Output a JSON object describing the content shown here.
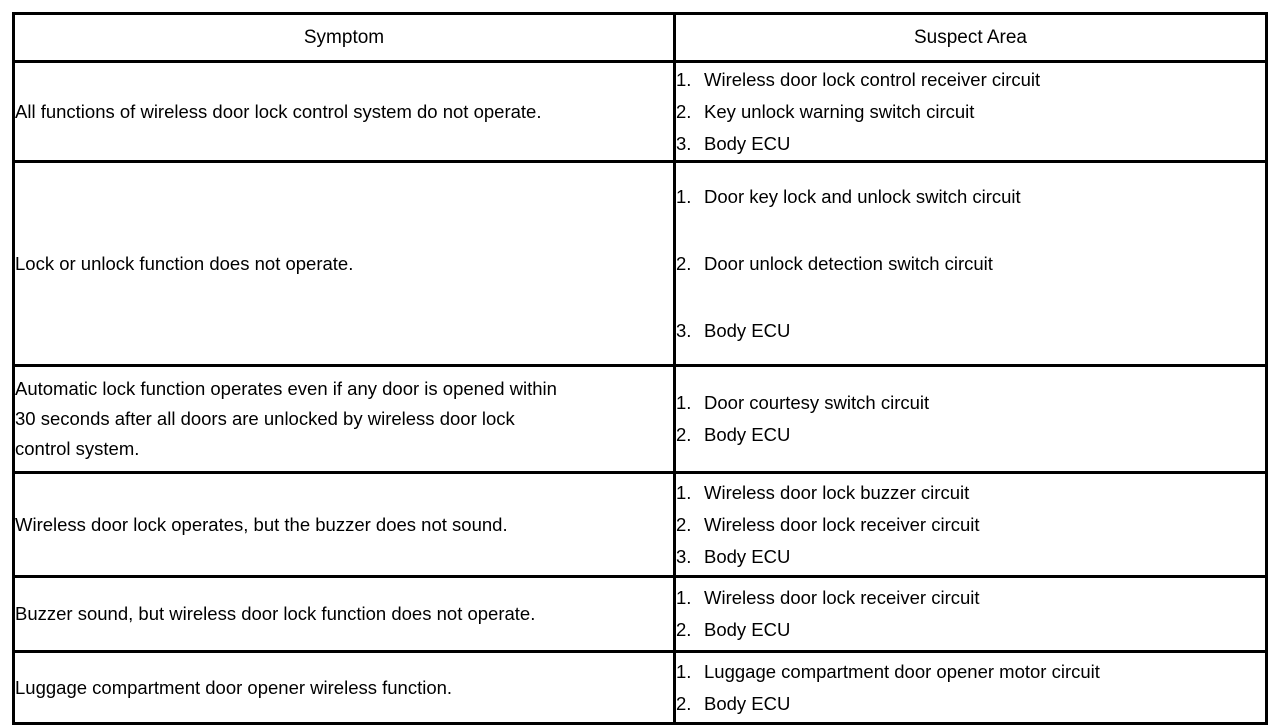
{
  "table": {
    "headers": {
      "symptom": "Symptom",
      "suspect_area": "Suspect Area"
    },
    "rows": [
      {
        "symptom_lines": [
          "All functions of wireless door lock control system do not operate."
        ],
        "suspect_items": [
          "Wireless door lock control receiver circuit",
          "Key unlock warning switch circuit",
          "Body ECU"
        ],
        "numbers": [
          "1.",
          "2.",
          "3."
        ],
        "spacing": "tight"
      },
      {
        "symptom_lines": [
          "Lock or unlock function does not operate."
        ],
        "suspect_items": [
          "Door key lock and unlock switch circuit",
          "Door unlock detection switch circuit",
          "Body ECU"
        ],
        "numbers": [
          "1.",
          "2.",
          "3."
        ],
        "spacing": "wide"
      },
      {
        "symptom_lines": [
          "Automatic lock function operates even if any door is opened within",
          "30 seconds after all doors are unlocked by wireless door lock",
          "control system."
        ],
        "suspect_items": [
          "Door courtesy switch circuit",
          "Body ECU"
        ],
        "numbers": [
          "1.",
          "2."
        ],
        "spacing": "tight"
      },
      {
        "symptom_lines": [
          "Wireless door lock operates, but the buzzer does not sound."
        ],
        "suspect_items": [
          "Wireless door lock buzzer circuit",
          "Wireless door lock receiver circuit",
          "Body ECU"
        ],
        "numbers": [
          "1.",
          "2.",
          "3."
        ],
        "spacing": "tight"
      },
      {
        "symptom_lines": [
          "Buzzer sound, but wireless door lock function does not operate."
        ],
        "suspect_items": [
          "Wireless door lock receiver circuit",
          "Body ECU"
        ],
        "numbers": [
          "1.",
          "2."
        ],
        "spacing": "tight"
      },
      {
        "symptom_lines": [
          "Luggage compartment door opener wireless function."
        ],
        "suspect_items": [
          "Luggage compartment door opener motor circuit",
          "Body ECU"
        ],
        "numbers": [
          "1.",
          "2."
        ],
        "spacing": "tight"
      }
    ]
  },
  "colors": {
    "border": "#000000",
    "text": "#000000",
    "background": "#ffffff"
  }
}
